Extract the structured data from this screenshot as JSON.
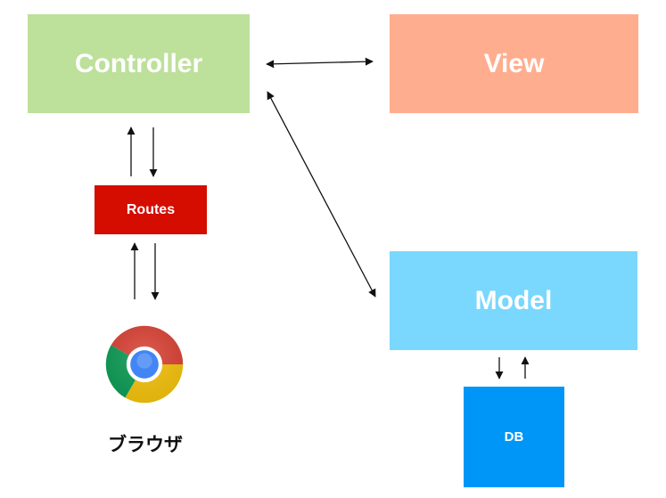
{
  "nodes": {
    "controller": {
      "label": "Controller",
      "color": "#bde09b"
    },
    "view": {
      "label": "View",
      "color": "#ffad8f"
    },
    "model": {
      "label": "Model",
      "color": "#7ad7fd"
    },
    "routes": {
      "label": "Routes",
      "color": "#d40d00"
    },
    "db": {
      "label": "DB",
      "color": "#0096f7"
    },
    "browser": {
      "label": "ブラウザ",
      "icon": "chrome-icon"
    }
  },
  "edges": [
    {
      "from": "controller",
      "to": "view",
      "direction": "both"
    },
    {
      "from": "controller",
      "to": "model",
      "direction": "both"
    },
    {
      "from": "routes",
      "to": "controller",
      "direction": "up"
    },
    {
      "from": "controller",
      "to": "routes",
      "direction": "down"
    },
    {
      "from": "browser",
      "to": "routes",
      "direction": "up"
    },
    {
      "from": "routes",
      "to": "browser",
      "direction": "down"
    },
    {
      "from": "model",
      "to": "db",
      "direction": "down"
    },
    {
      "from": "db",
      "to": "model",
      "direction": "up"
    }
  ]
}
